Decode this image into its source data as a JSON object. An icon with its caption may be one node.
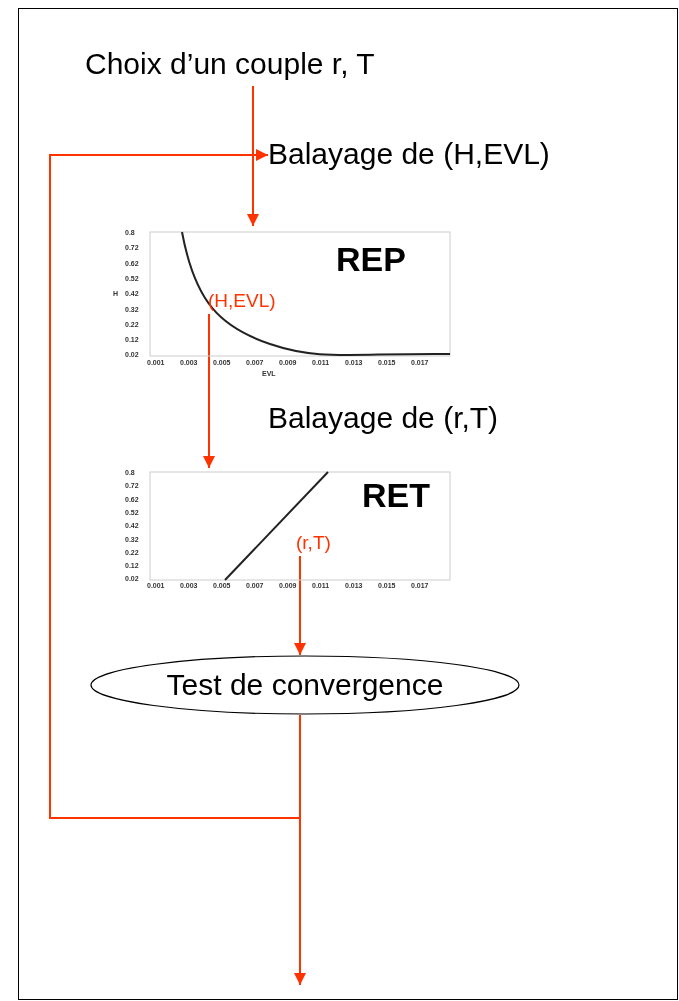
{
  "diagram": {
    "nodes": [
      {
        "text": [
          "Choix d’un couple r, T"
        ]
      },
      {
        "text": [
          "Balayage de (H,EVL)"
        ]
      },
      {
        "text": [
          "REP"
        ]
      },
      {
        "text": [
          "(H,EVL)"
        ],
        "in": 2
      },
      {
        "text": [
          "RET"
        ]
      },
      {
        "text": [
          "(r,T)"
        ],
        "in": 4
      },
      {
        "text": [
          "Test de convergence"
        ]
      }
    ],
    "edges": [
      {
        "from": 0,
        "to": 2,
        "arrow": "to"
      },
      {
        "from": 3,
        "to": 4,
        "arrow": "to",
        "label": "Balayage de (r,T)"
      },
      {
        "from": 5,
        "to": 6,
        "arrow": "to"
      },
      {
        "from": 6,
        "to": 1,
        "arrow": "to"
      },
      {
        "from": 6,
        "to": null,
        "arrow": "to"
      }
    ],
    "labels": [
      "H",
      "0.8",
      "0.72",
      "0.62",
      "0.52",
      "0.42",
      "0.32",
      "0.22",
      "0.12",
      "0.02",
      "0.001",
      "0.003",
      "0.005",
      "0.007",
      "0.009",
      "0.011",
      "0.013",
      "0.015",
      "0.017",
      "EVL",
      "0.8",
      "0.72",
      "0.62",
      "0.52",
      "0.42",
      "0.32",
      "0.22",
      "0.12",
      "0.02",
      "0.001",
      "0.003",
      "0.005",
      "0.007",
      "0.009",
      "0.011",
      "0.013",
      "0.015",
      "0.017"
    ]
  }
}
